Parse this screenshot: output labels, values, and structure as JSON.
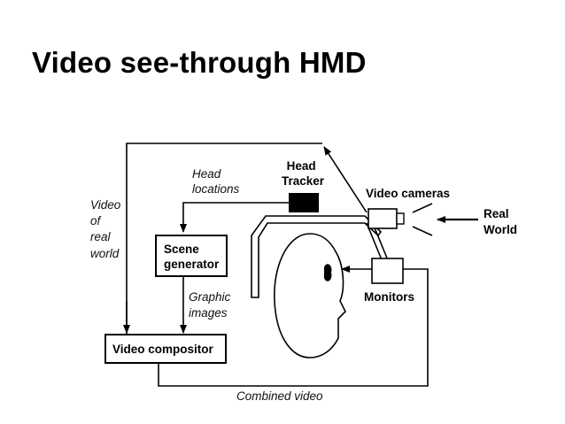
{
  "title": "Video see-through HMD",
  "diagram": {
    "head_locations": [
      "Head",
      "locations"
    ],
    "head_tracker": [
      "Head",
      "Tracker"
    ],
    "video_cameras": "Video cameras",
    "real_world": [
      "Real",
      "World"
    ],
    "video_of_real_world": [
      "Video",
      "of",
      "real",
      "world"
    ],
    "scene_generator": [
      "Scene",
      "generator"
    ],
    "graphic_images": [
      "Graphic",
      "images"
    ],
    "monitors": "Monitors",
    "video_compositor": "Video compositor",
    "combined_video": "Combined video"
  }
}
